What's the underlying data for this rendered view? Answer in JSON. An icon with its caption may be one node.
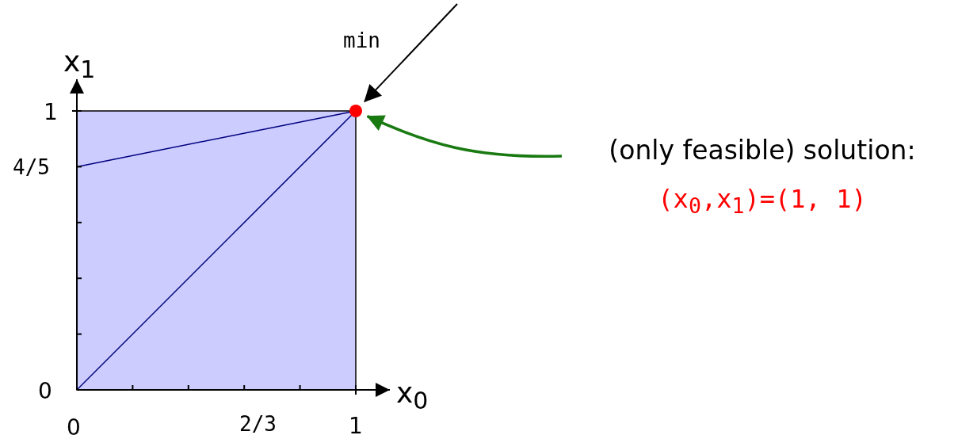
{
  "diagram": {
    "nodes": [
      {
        "text": [],
        "shape": "circle"
      },
      {
        "text": [
          "(only feasible) solution:",
          "(x$_{0}$,x$_{1}$)=(1, 1)"
        ]
      }
    ],
    "edges": [
      {
        "from": null,
        "to": 0,
        "arrow": "to",
        "label": "min"
      },
      {
        "from": 1,
        "to": 0,
        "arrow": "to",
        "color": "#1a7a12"
      }
    ],
    "labels": [
      "x$_{1}$",
      "1",
      "4/5",
      "0",
      "0",
      "2/3",
      "1",
      "x$_{0}$"
    ]
  }
}
